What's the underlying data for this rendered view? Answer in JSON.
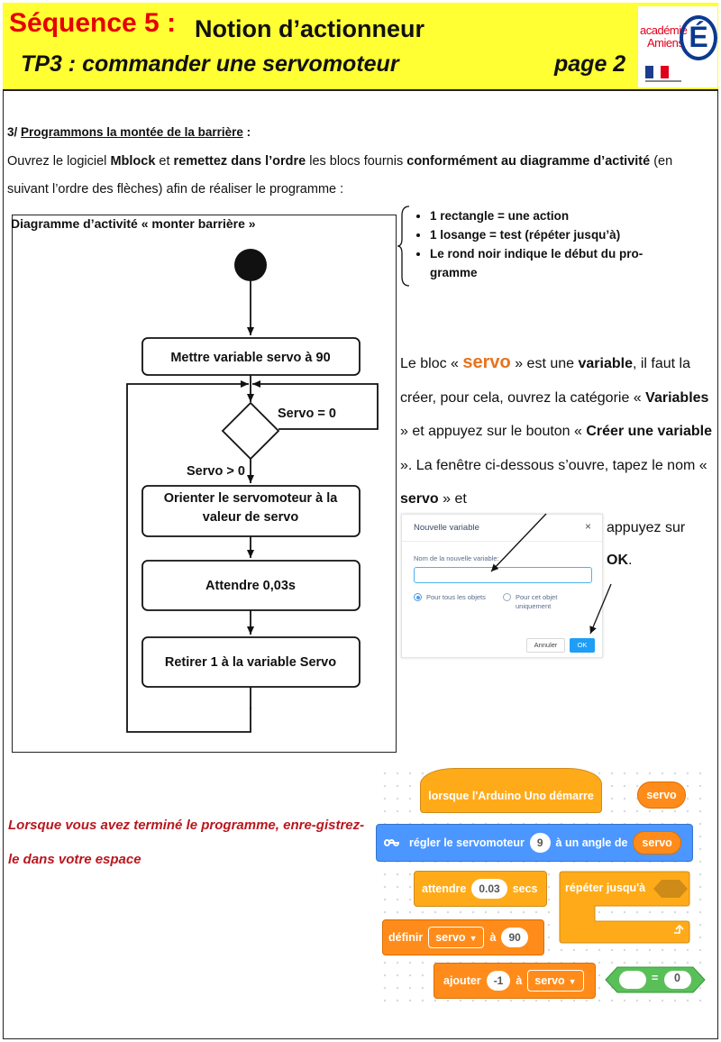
{
  "header": {
    "sequence": "Séquence 5 :",
    "notion": "Notion d’actionneur",
    "tp_title": "TP3 : commander une servomoteur",
    "page": "page 2",
    "logo_text_1": "académie",
    "logo_text_2": "Amiens",
    "logo_letter": "É"
  },
  "question": {
    "number": "3/",
    "title": "Programmons la montée de la barrière",
    "colon": " :"
  },
  "intro": {
    "p1": "Ouvrez le logiciel ",
    "b1": "Mblock",
    "p2": " et ",
    "b2": "remettez dans l’ordre",
    "p3": " les blocs fournis ",
    "b3": "conformément au diagramme d’activité",
    "p4": " (en suivant l’ordre des flèches) afin de réaliser le programme :"
  },
  "diagram": {
    "title": "Diagramme d’activité « monter barrière »",
    "step1": "Mettre variable servo à 90",
    "cond_true": "Servo = 0",
    "cond_false": "Servo > 0",
    "step2_l1": "Orienter le servomoteur à la",
    "step2_l2": "valeur de servo",
    "step3": "Attendre 0,03s",
    "step4": "Retirer 1 à la variable Servo"
  },
  "legend": {
    "items": [
      "1 rectangle = une action",
      "1 losange = test (répéter jusqu’à)",
      "Le rond noir indique le début du pro-gramme"
    ]
  },
  "info": {
    "t1": "Le bloc « ",
    "servo": "servo",
    "t2": " » est une ",
    "variable": "variable",
    "t3": ", il faut la créer, pour cela, ouvrez la catégorie « ",
    "variables": "Variables",
    "t4": " » et appuyez sur le bouton « ",
    "creer": "Créer une variable",
    "t5": " ». La fenêtre ci-dessous s’ouvre, tapez le nom « ",
    "servo2": "servo",
    "t6": " » et",
    "appuyez": "appuyez sur",
    "ok": "OK",
    "dot": "."
  },
  "dialog": {
    "title": "Nouvelle variable",
    "close": "×",
    "label": "Nom de la nouvelle variable:",
    "option1": "Pour tous les objets",
    "option2_l1": "Pour cet objet",
    "option2_l2": "uniquement",
    "cancel": "Annuler",
    "ok": "OK"
  },
  "finish": {
    "text": "Lorsque vous avez terminé le programme, enre-gistrez-le dans votre espace"
  },
  "blocks": {
    "hat": "lorsque l'Arduino Uno démarre",
    "servo_reporter": "servo",
    "regler_prefix": "régler le servomoteur",
    "regler_pin": "9",
    "regler_mid": "à un angle de",
    "regler_servo": "servo",
    "attendre": "attendre",
    "attendre_val": "0.03",
    "secs": "secs",
    "repeat": "répéter jusqu'à",
    "definir": "définir",
    "definir_var": "servo",
    "definir_a": "à",
    "definir_val": "90",
    "ajouter": "ajouter",
    "ajouter_val": "-1",
    "ajouter_a": "à",
    "ajouter_var": "servo",
    "eq_sign": "=",
    "eq_val": "0",
    "dropdown_glyph": "▼"
  },
  "colors": {
    "header_bg": "#ffff33",
    "sequence_red": "#e60000",
    "servo_orange": "#e8731c",
    "finish_red": "#b8171e",
    "control_yellow": "#ffab19",
    "variable_orange": "#ff8c1a",
    "extension_blue": "#4c97ff",
    "operator_green": "#59c059"
  }
}
